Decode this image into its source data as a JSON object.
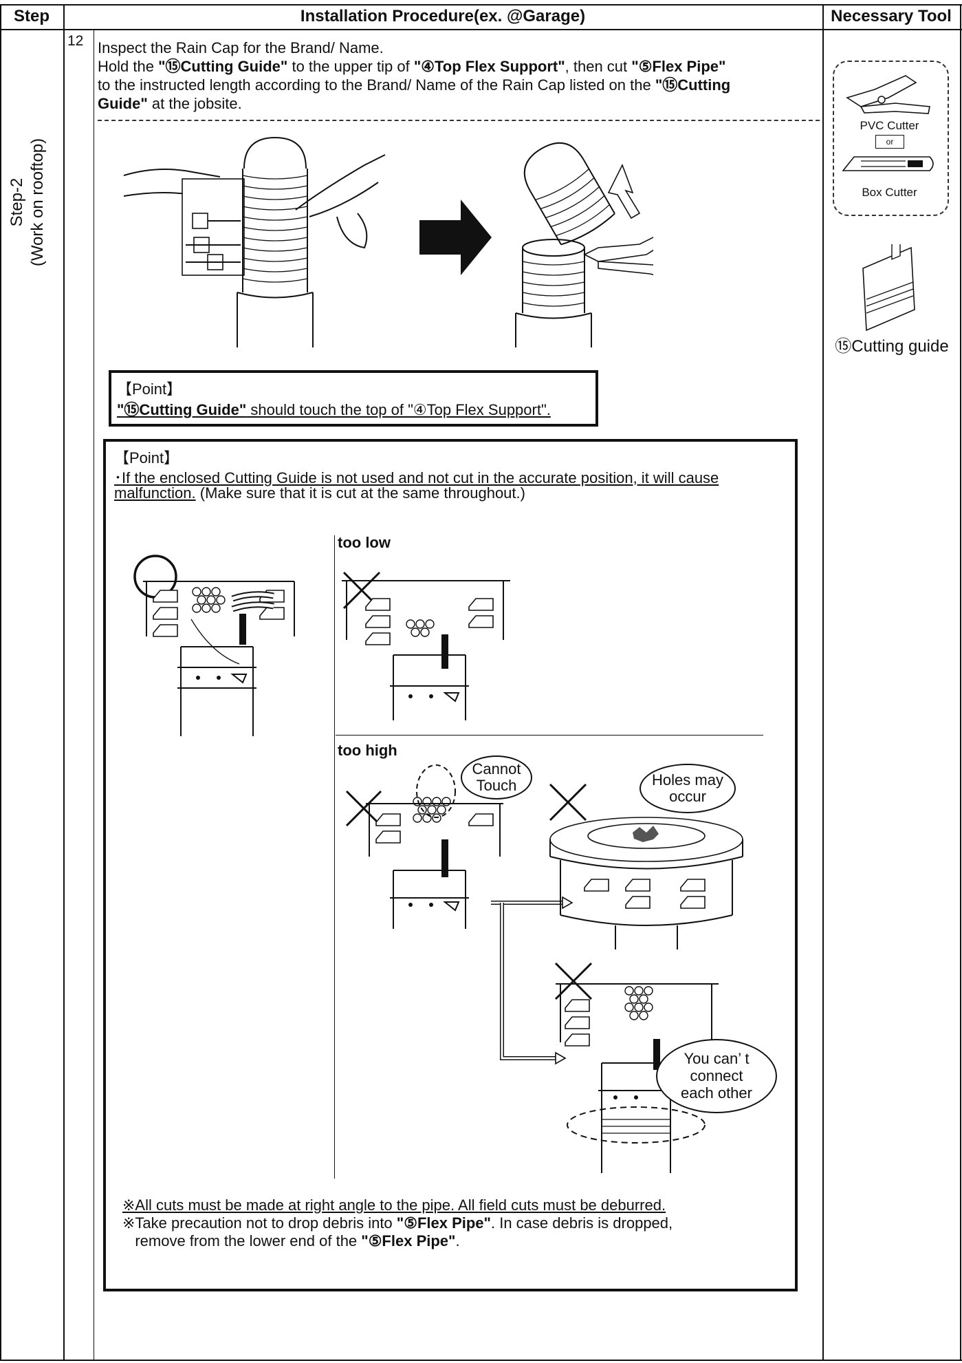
{
  "header": {
    "step": "Step",
    "procedure": "Installation Procedure(ex. @Garage)",
    "tool": "Necessary Tool"
  },
  "step_label": {
    "line1": "Step-2",
    "line2": "(Work on rooftop)"
  },
  "step_number": "12",
  "intro": {
    "line1": "Inspect the Rain Cap for the Brand/ Name.",
    "line2_a": "Hold the ",
    "line2_b": "\"⑮Cutting Guide\"",
    "line2_c": " to the upper tip of ",
    "line2_d": "\"④Top Flex Support\"",
    "line2_e": ", then cut ",
    "line2_f": "\"⑤Flex Pipe\"",
    "line3_a": "to the instructed length according to the Brand/ Name of the Rain Cap listed on the ",
    "line3_b": "\"⑮Cutting",
    "line4_a": "Guide\"",
    "line4_b": " at the jobsite."
  },
  "tools": {
    "pvc_cutter": "PVC Cutter",
    "or": "or",
    "box_cutter": "Box Cutter",
    "cutting_guide": "⑮Cutting guide"
  },
  "point1": {
    "title": "【Point】",
    "text_a": "\"⑮Cutting Guide\"",
    "text_b": " should touch the top of \"④Top Flex Support\"."
  },
  "point2": {
    "title": "【Point】",
    "line1": "･If the enclosed Cutting Guide is not used and not cut in the accurate position, it will cause",
    "line2_a": " malfunction.",
    "line2_b": "  (Make sure that it is cut at the same throughout.)"
  },
  "labels": {
    "too_low": "too low",
    "too_high": "too high",
    "cannot_touch_1": "Cannot",
    "cannot_touch_2": "Touch",
    "holes_1": "Holes may",
    "holes_2": "occur",
    "cant_connect_1": "You can’ t",
    "cant_connect_2": "connect",
    "cant_connect_3": "each other"
  },
  "notes": {
    "note1": "※All cuts must be made at right angle to the pipe. All field cuts must be deburred.",
    "note2_a": "※Take precaution not to drop debris into ",
    "note2_b": "\"⑤Flex Pipe\"",
    "note2_c": ". In case debris is dropped,",
    "note3_a": "   remove from the lower end of the ",
    "note3_b": "\"⑤Flex Pipe\"",
    "note3_c": "."
  }
}
